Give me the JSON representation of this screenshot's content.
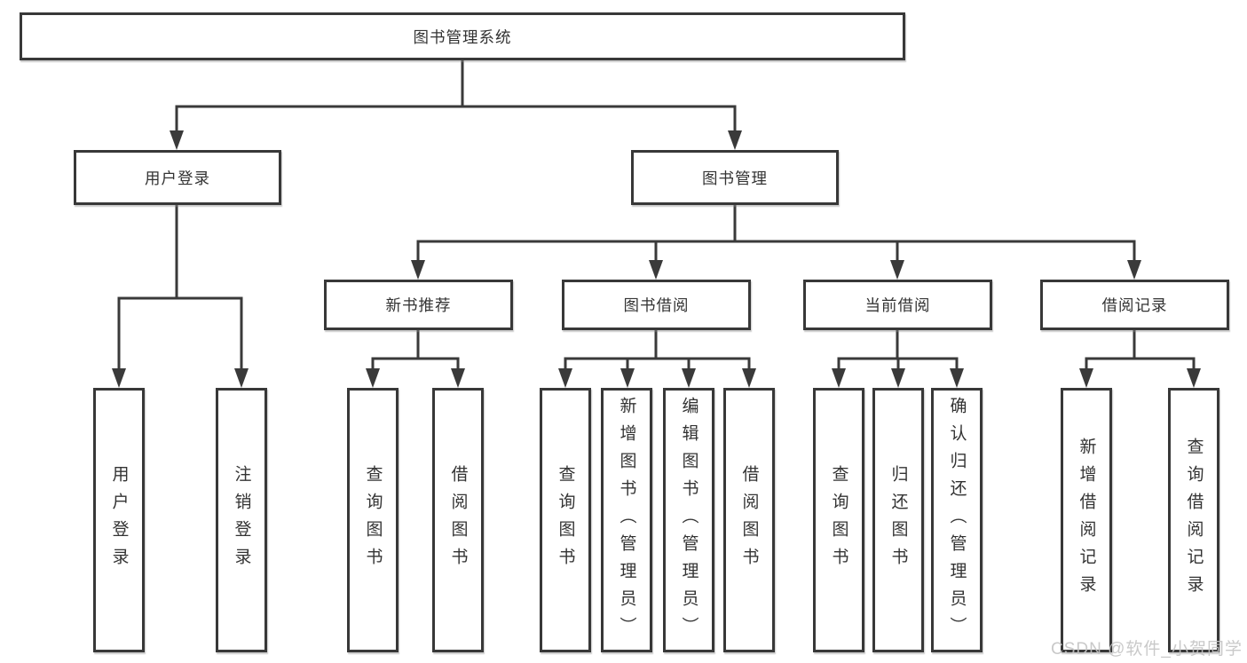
{
  "tree": {
    "root": {
      "label": "图书管理系统",
      "children": [
        {
          "label": "用户登录",
          "children": [
            {
              "label": "用户登录"
            },
            {
              "label": "注销登录"
            }
          ]
        },
        {
          "label": "图书管理",
          "children": [
            {
              "label": "新书推荐",
              "children": [
                {
                  "label": "查询图书"
                },
                {
                  "label": "借阅图书"
                }
              ]
            },
            {
              "label": "图书借阅",
              "children": [
                {
                  "label": "查询图书"
                },
                {
                  "label": "新增图书（管理员）"
                },
                {
                  "label": "编辑图书（管理员）"
                },
                {
                  "label": "借阅图书"
                }
              ]
            },
            {
              "label": "当前借阅",
              "children": [
                {
                  "label": "查询图书"
                },
                {
                  "label": "归还图书"
                },
                {
                  "label": "确认归还（管理员）"
                }
              ]
            },
            {
              "label": "借阅记录",
              "children": [
                {
                  "label": "新增借阅记录"
                },
                {
                  "label": "查询借阅记录"
                }
              ]
            }
          ]
        }
      ]
    }
  },
  "colors": {
    "line": "#3a3a3a",
    "text": "#333333",
    "watermark": "#c3c3c3"
  },
  "watermark": {
    "text": "CSDN @软件_小贺同学"
  }
}
